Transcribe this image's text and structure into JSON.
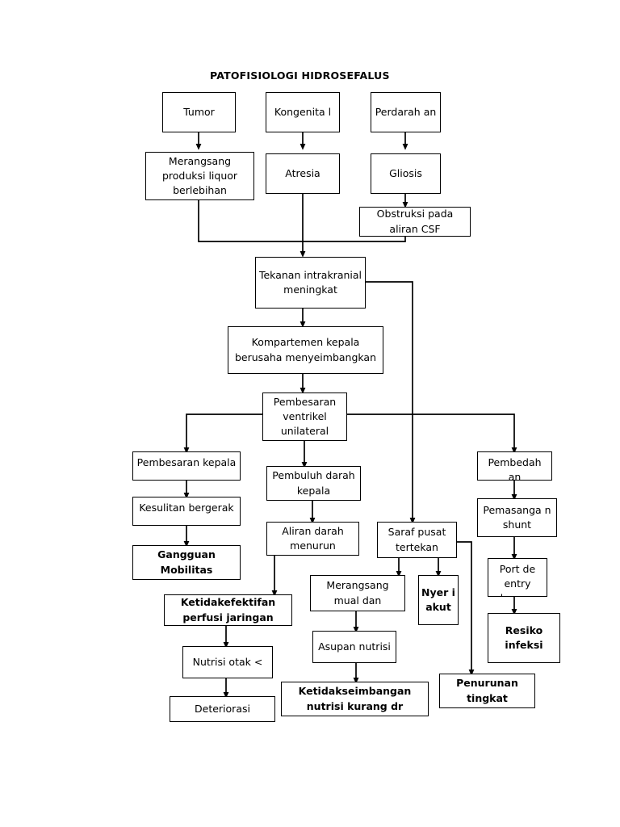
{
  "title": "PATOFISIOLOGI HIDROSEFALUS",
  "diagram": {
    "type": "flowchart",
    "orientation": "top-down",
    "nodes": [
      {
        "id": "tumor",
        "label": "Tumor"
      },
      {
        "id": "kongenital",
        "label": "Kongenita l"
      },
      {
        "id": "perdarahan",
        "label": "Perdarah an"
      },
      {
        "id": "merangsang",
        "label": "Merangsang produksi liquor berlebihan"
      },
      {
        "id": "atresia",
        "label": "Atresia"
      },
      {
        "id": "gliosis",
        "label": "Gliosis"
      },
      {
        "id": "obstruksi",
        "label": "Obstruksi pada aliran CSF"
      },
      {
        "id": "tekanan",
        "label": "Tekanan intrakranial meningkat"
      },
      {
        "id": "kompartemen",
        "label": "Kompartemen kepala berusaha menyeimbangkan"
      },
      {
        "id": "ventrikel",
        "label": "Pembesaran ventrikel unilateral"
      },
      {
        "id": "pembesarankepala",
        "label": "Pembesaran kepala"
      },
      {
        "id": "pembuluh",
        "label": "Pembuluh darah kepala"
      },
      {
        "id": "pembedahan",
        "label": "Pembedah an"
      },
      {
        "id": "kesulitan",
        "label": "Kesulitan bergerak"
      },
      {
        "id": "aliran",
        "label": "Aliran darah menurun"
      },
      {
        "id": "saraf",
        "label": "Saraf pusat tertekan"
      },
      {
        "id": "shunt",
        "label": "Pemasanga n shunt"
      },
      {
        "id": "gangguan",
        "label": "Gangguan Mobilitas"
      },
      {
        "id": "portdeentry",
        "label": "Port de entry kuman"
      },
      {
        "id": "mual",
        "label": "Merangsang mual dan"
      },
      {
        "id": "nyeri",
        "label": "Nyer i akut"
      },
      {
        "id": "ketidakefektifan",
        "label": "Ketidakefektifan perfusi jaringan"
      },
      {
        "id": "resiko",
        "label": "Resiko infeksi"
      },
      {
        "id": "asupan",
        "label": "Asupan nutrisi"
      },
      {
        "id": "nutrisiotak",
        "label": "Nutrisi otak <"
      },
      {
        "id": "ketidakseimbangan",
        "label": "Ketidakseimbangan nutrisi kurang dr"
      },
      {
        "id": "penurunan",
        "label": "Penurunan tingkat"
      },
      {
        "id": "deteriorasi",
        "label": "Deteriorasi"
      }
    ],
    "edges": [
      {
        "from": "tumor",
        "to": "merangsang"
      },
      {
        "from": "kongenital",
        "to": "atresia"
      },
      {
        "from": "perdarahan",
        "to": "gliosis"
      },
      {
        "from": "gliosis",
        "to": "obstruksi"
      },
      {
        "from": "merangsang",
        "to": "tekanan"
      },
      {
        "from": "atresia",
        "to": "tekanan"
      },
      {
        "from": "obstruksi",
        "to": "tekanan"
      },
      {
        "from": "tekanan",
        "to": "kompartemen"
      },
      {
        "from": "tekanan",
        "to": "saraf"
      },
      {
        "from": "kompartemen",
        "to": "ventrikel"
      },
      {
        "from": "ventrikel",
        "to": "pembesarankepala"
      },
      {
        "from": "ventrikel",
        "to": "pembuluh"
      },
      {
        "from": "ventrikel",
        "to": "pembedahan"
      },
      {
        "from": "pembesarankepala",
        "to": "kesulitan"
      },
      {
        "from": "kesulitan",
        "to": "gangguan"
      },
      {
        "from": "pembuluh",
        "to": "aliran"
      },
      {
        "from": "aliran",
        "to": "ketidakefektifan"
      },
      {
        "from": "saraf",
        "to": "mual"
      },
      {
        "from": "saraf",
        "to": "nyeri"
      },
      {
        "from": "saraf",
        "to": "penurunan"
      },
      {
        "from": "pembedahan",
        "to": "shunt"
      },
      {
        "from": "shunt",
        "to": "portdeentry"
      },
      {
        "from": "portdeentry",
        "to": "resiko"
      },
      {
        "from": "mual",
        "to": "asupan"
      },
      {
        "from": "asupan",
        "to": "ketidakseimbangan"
      },
      {
        "from": "ketidakefektifan",
        "to": "nutrisiotak"
      },
      {
        "from": "nutrisiotak",
        "to": "deteriorasi"
      }
    ],
    "colors": {
      "background": "#ffffff",
      "node_border": "#000000",
      "node_fill": "#ffffff",
      "text": "#000000",
      "edge": "#000000"
    }
  }
}
